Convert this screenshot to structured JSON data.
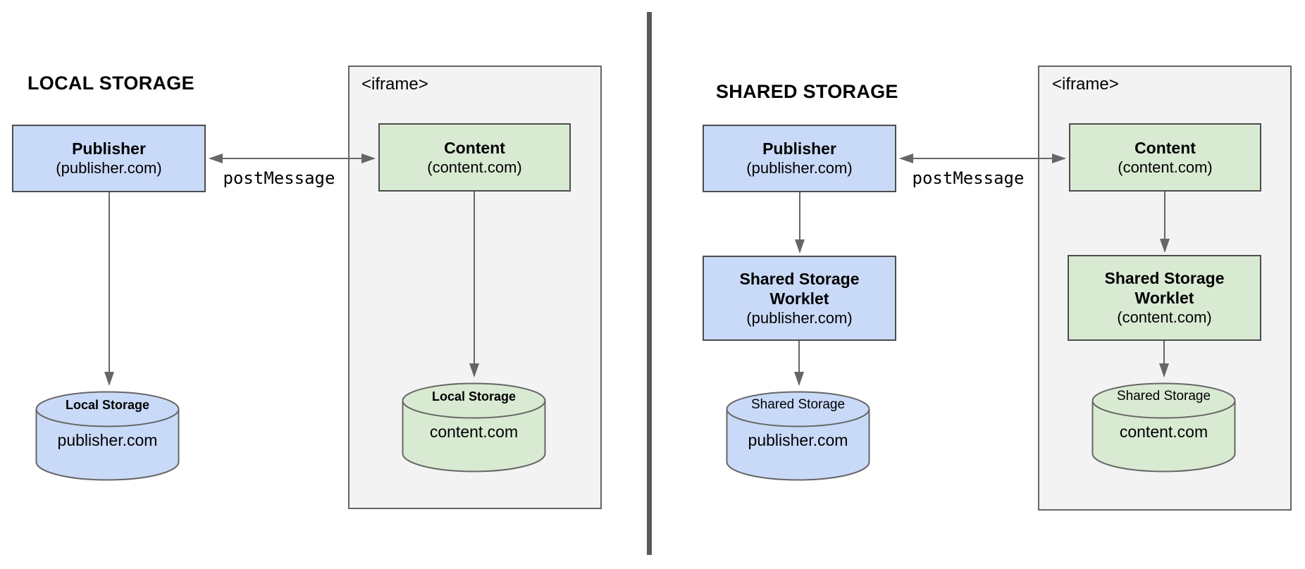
{
  "colors": {
    "blue_fill": "#c9daf8",
    "green_fill": "#d9ead3",
    "iframe_bg": "#f3f3f3",
    "box_border": "#4d4d4d",
    "shape_border": "#666666",
    "arrow": "#666666",
    "divider": "#595959",
    "text": "#000000"
  },
  "left": {
    "title": "LOCAL STORAGE",
    "iframe_label": "<iframe>",
    "post_message_label": "postMessage",
    "publisher_box": {
      "title": "Publisher",
      "subtitle": "(publisher.com)"
    },
    "content_box": {
      "title": "Content",
      "subtitle": "(content.com)"
    },
    "publisher_storage": {
      "label": "Local Storage",
      "domain": "publisher.com"
    },
    "content_storage": {
      "label": "Local Storage",
      "domain": "content.com"
    }
  },
  "right": {
    "title": "SHARED STORAGE",
    "iframe_label": "<iframe>",
    "post_message_label": "postMessage",
    "publisher_box": {
      "title": "Publisher",
      "subtitle": "(publisher.com)"
    },
    "content_box": {
      "title": "Content",
      "subtitle": "(content.com)"
    },
    "publisher_worklet": {
      "title": "Shared Storage Worklet",
      "subtitle": "(publisher.com)"
    },
    "content_worklet": {
      "title": "Shared Storage Worklet",
      "subtitle": "(content.com)"
    },
    "publisher_storage": {
      "label": "Shared Storage",
      "domain": "publisher.com"
    },
    "content_storage": {
      "label": "Shared Storage",
      "domain": "content.com"
    }
  }
}
